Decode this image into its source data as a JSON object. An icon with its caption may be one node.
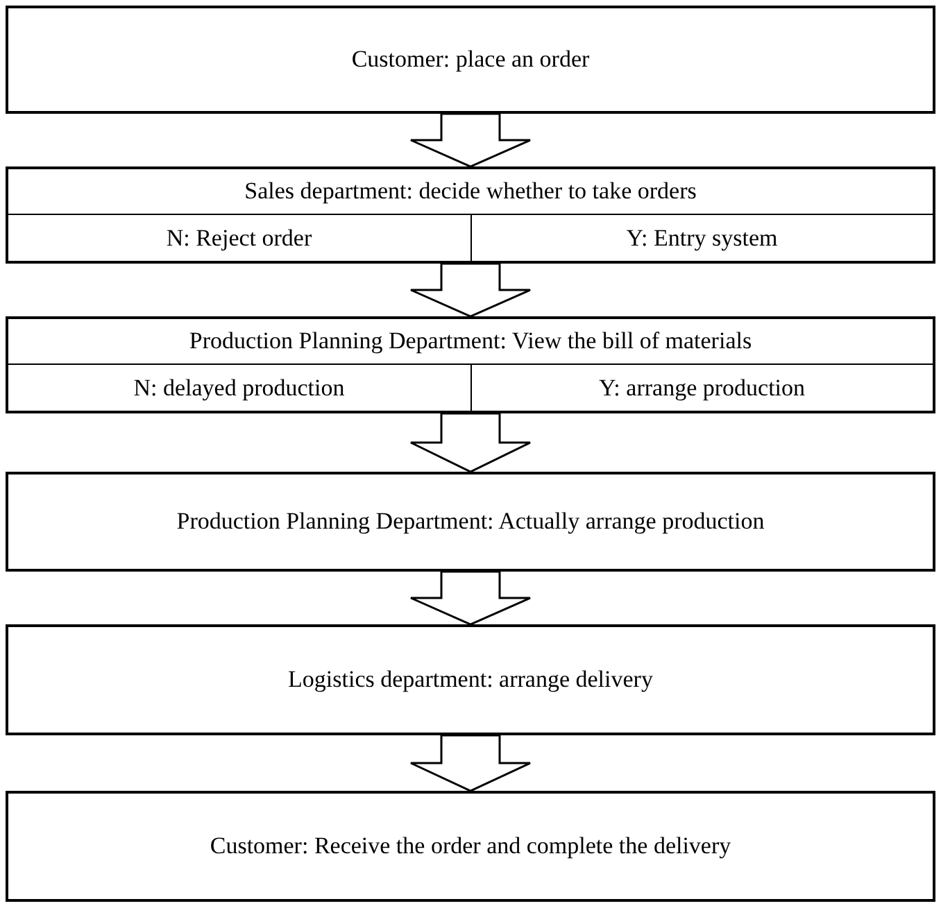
{
  "diagram": {
    "nodes": [
      {
        "text": [
          "Customer: place an order"
        ]
      },
      {
        "text": [
          "Sales department: decide whether to take orders"
        ]
      },
      {
        "text": [
          "N: Reject order"
        ],
        "in": 1
      },
      {
        "text": [
          "Y: Entry system"
        ],
        "in": 1
      },
      {
        "text": [
          "Production Planning Department: View the bill of materials"
        ]
      },
      {
        "text": [
          "N: delayed production"
        ],
        "in": 4
      },
      {
        "text": [
          "Y: arrange production"
        ],
        "in": 4
      },
      {
        "text": [
          "Production Planning Department: Actually arrange production"
        ]
      },
      {
        "text": [
          "Logistics department: arrange delivery"
        ]
      },
      {
        "text": [
          "Customer: Receive the order and complete the delivery"
        ]
      }
    ],
    "edges": [
      {
        "from": 0,
        "to": 1,
        "arrow": "to"
      },
      {
        "from": 1,
        "to": 4,
        "arrow": "to"
      },
      {
        "from": 4,
        "to": 7,
        "arrow": "to"
      },
      {
        "from": 7,
        "to": 8,
        "arrow": "to"
      },
      {
        "from": 8,
        "to": 9,
        "arrow": "to"
      }
    ]
  }
}
